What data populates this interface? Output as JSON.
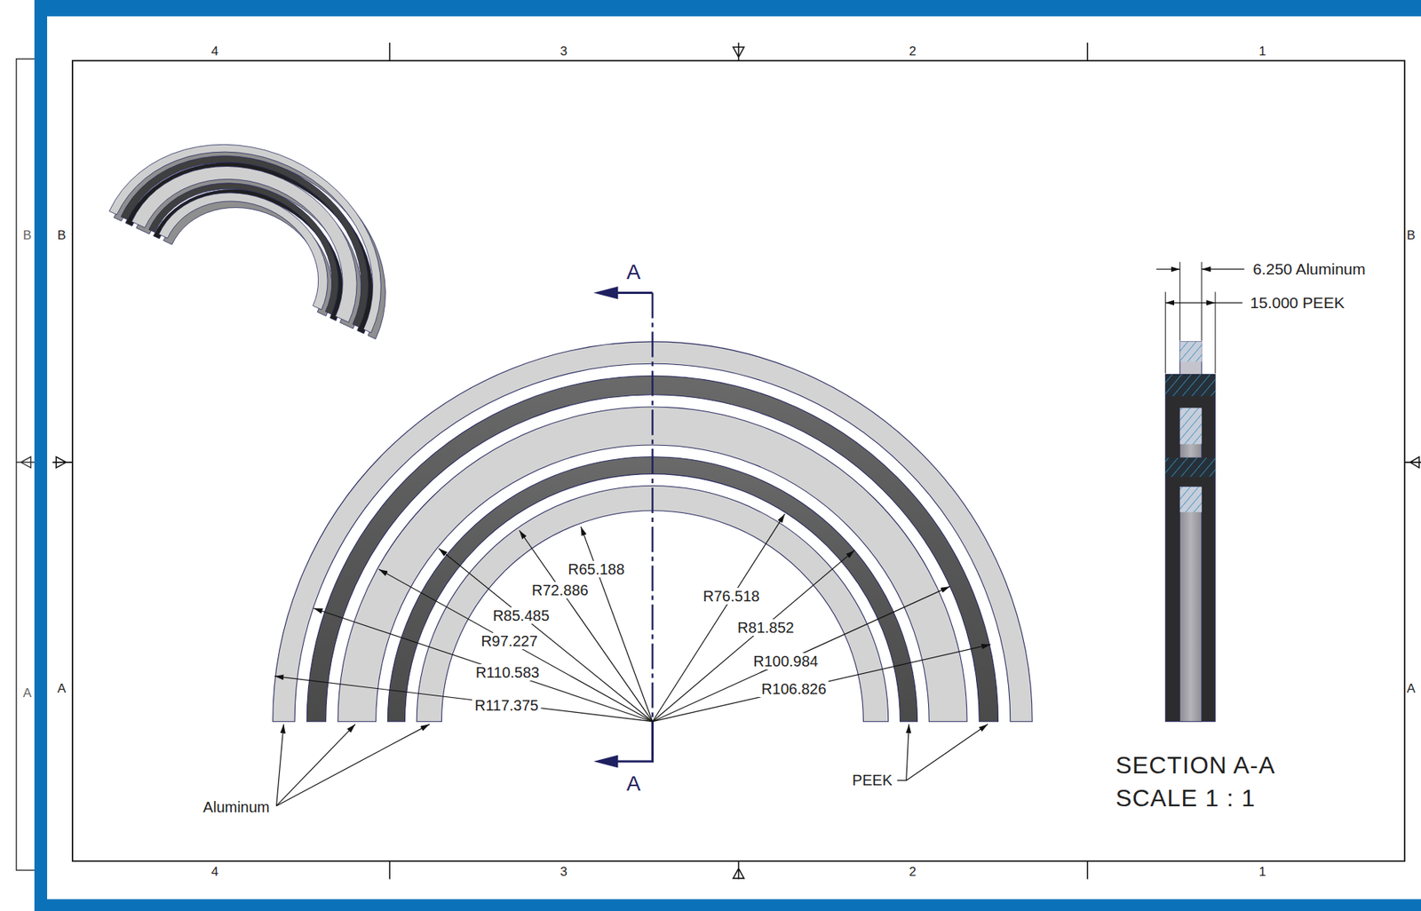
{
  "diagram": {
    "labels": [
      "4",
      "3",
      "2",
      "1",
      "B",
      "A",
      "B",
      "A",
      "B",
      "A",
      "A",
      "A",
      "R65.188",
      "R72.886",
      "R85.485",
      "R97.227",
      "R110.583",
      "R117.375",
      "R76.518",
      "R81.852",
      "R100.984",
      "R106.826",
      "Aluminum",
      "PEEK",
      "6.250 Aluminum",
      "15.000 PEEK",
      "SECTION A-A",
      "SCALE 1 : 1",
      "4",
      "3",
      "2",
      "1"
    ]
  }
}
